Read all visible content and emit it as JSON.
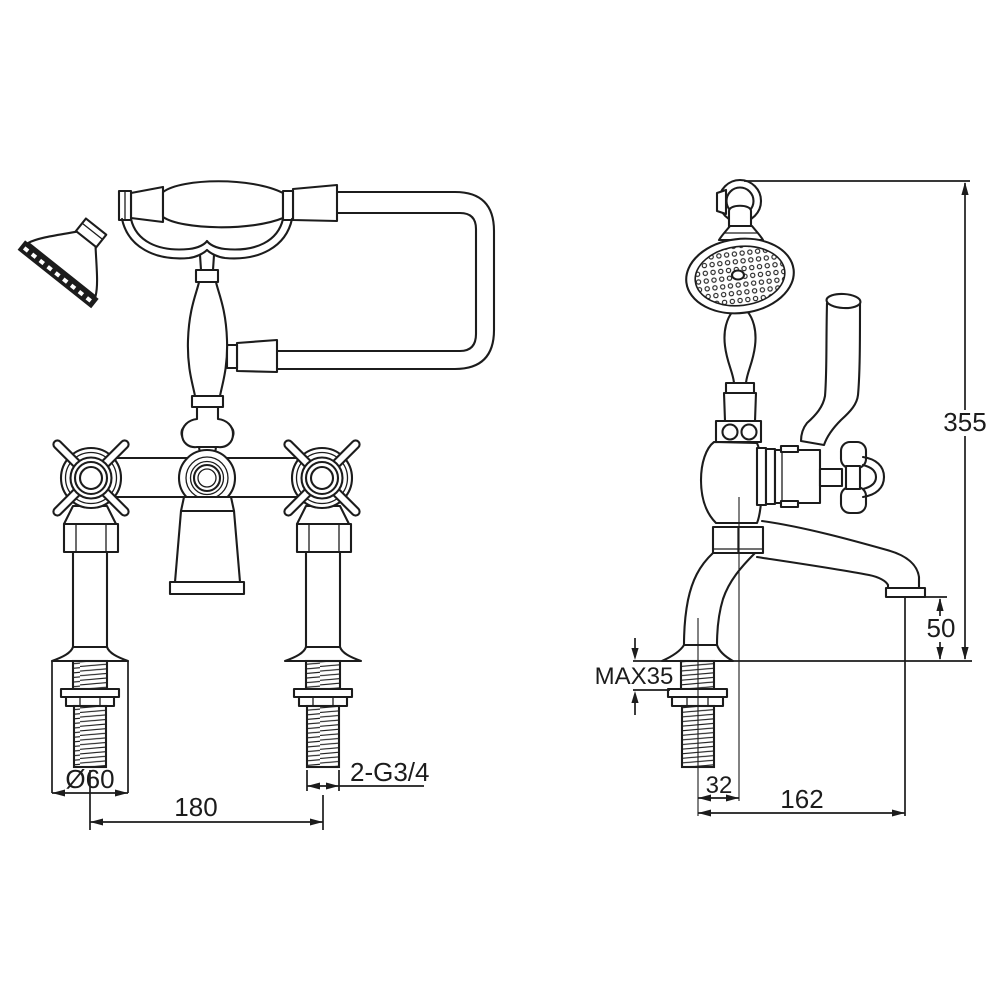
{
  "drawing": {
    "background": "#ffffff",
    "line_color": "#1c1c1c",
    "views": {
      "front": {
        "dimensions": {
          "flange_diameter": "Ø60",
          "inlet_centres": "180",
          "inlet_thread": "2-G3/4"
        }
      },
      "side": {
        "dimensions": {
          "overall_height": "355",
          "spout_clearance": "50",
          "max_deck_thickness": "MAX35",
          "spout_offset": "32",
          "spout_reach": "162"
        }
      }
    }
  }
}
